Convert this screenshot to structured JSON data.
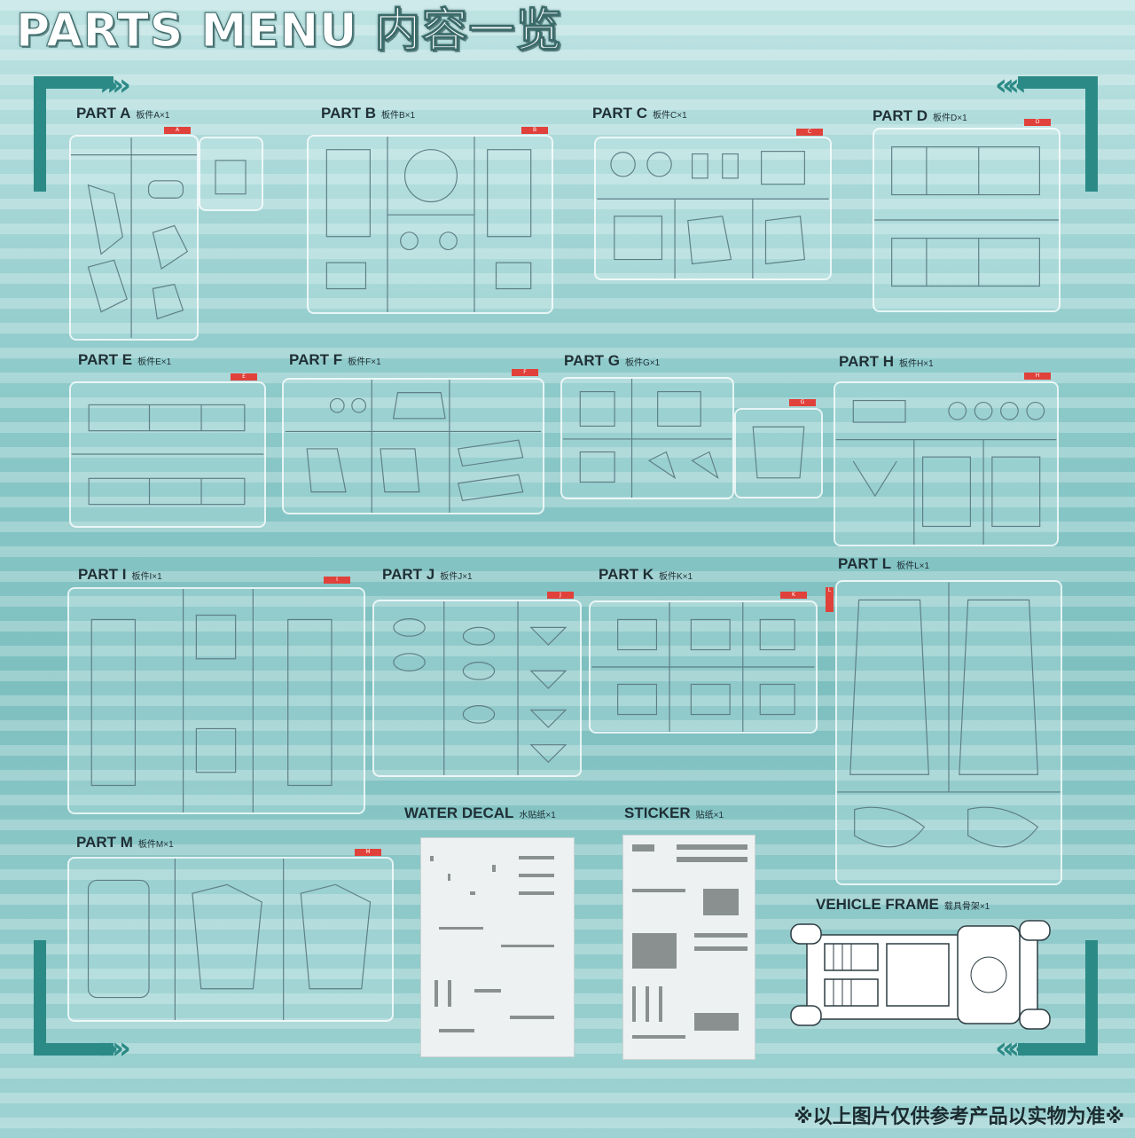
{
  "header": {
    "title": "PARTS MENU 内容一览"
  },
  "parts": [
    {
      "id": "a",
      "label": "PART A",
      "sub": "板件A×1",
      "tag": "A"
    },
    {
      "id": "b",
      "label": "PART B",
      "sub": "板件B×1",
      "tag": "B"
    },
    {
      "id": "c",
      "label": "PART C",
      "sub": "板件C×1",
      "tag": "C"
    },
    {
      "id": "d",
      "label": "PART D",
      "sub": "板件D×1",
      "tag": "D"
    },
    {
      "id": "e",
      "label": "PART E",
      "sub": "板件E×1",
      "tag": "E"
    },
    {
      "id": "f",
      "label": "PART F",
      "sub": "板件F×1",
      "tag": "F"
    },
    {
      "id": "g",
      "label": "PART G",
      "sub": "板件G×1",
      "tag": "G"
    },
    {
      "id": "h",
      "label": "PART H",
      "sub": "板件H×1",
      "tag": "H"
    },
    {
      "id": "i",
      "label": "PART I",
      "sub": "板件I×1",
      "tag": "I"
    },
    {
      "id": "j",
      "label": "PART J",
      "sub": "板件J×1",
      "tag": "J"
    },
    {
      "id": "k",
      "label": "PART K",
      "sub": "板件K×1",
      "tag": "K"
    },
    {
      "id": "l",
      "label": "PART L",
      "sub": "板件L×1",
      "tag": "L"
    },
    {
      "id": "m",
      "label": "PART M",
      "sub": "板件M×1",
      "tag": "M"
    }
  ],
  "extras": {
    "water_decal": {
      "label": "WATER DECAL",
      "sub": "水贴纸×1"
    },
    "sticker": {
      "label": "STICKER",
      "sub": "贴纸×1"
    },
    "vehicle_frame": {
      "label": "VEHICLE FRAME",
      "sub": "载具骨架×1"
    }
  },
  "footer": {
    "note": "※以上图片仅供参考产品以实物为准※"
  },
  "colors": {
    "accent": "#2b8a86",
    "tag": "#e0413a",
    "label": "#1f2f35"
  }
}
